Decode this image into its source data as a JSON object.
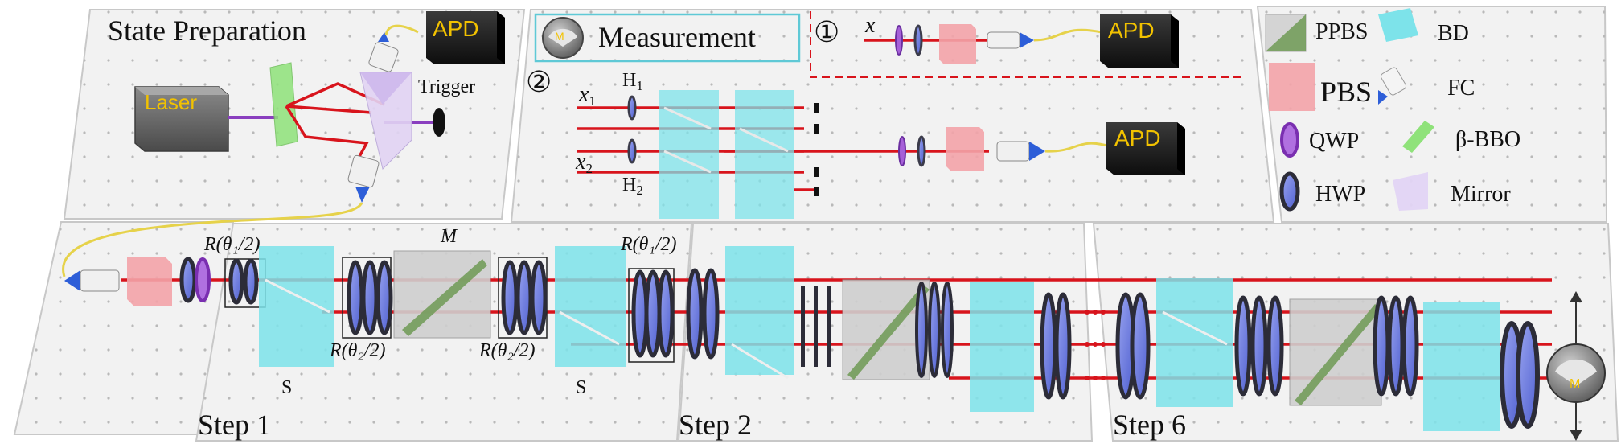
{
  "state_prep": {
    "title": "State Preparation",
    "laser": "Laser",
    "apd": "APD",
    "trigger": "Trigger"
  },
  "measurement": {
    "title": "Measurement",
    "meter_label": "M",
    "setup1": {
      "num": "①",
      "input": "x",
      "apd": "APD"
    },
    "setup2": {
      "num": "②",
      "input1": "x",
      "input1_sub": "1",
      "input2": "x",
      "input2_sub": "2",
      "h1": "H",
      "h1_sub": "1",
      "h2": "H",
      "h2_sub": "2",
      "apd": "APD"
    }
  },
  "legend": {
    "ppbs": "PPBS",
    "bd": "BD",
    "pbs": "PBS",
    "fc": "FC",
    "qwp": "QWP",
    "bbo": "β-BBO",
    "hwp": "HWP",
    "mirror": "Mirror"
  },
  "steps": {
    "r_theta1_a": "R(θ₁/2)",
    "r_theta2_a": "R(θ₂/2)",
    "m_label": "M",
    "r_theta2_b": "R(θ₂/2)",
    "r_theta1_b": "R(θ₁/2)",
    "s_a": "S",
    "s_b": "S",
    "step1": "Step 1",
    "step2": "Step 2",
    "step6": "Step 6",
    "meter_label": "M"
  },
  "colors": {
    "beam": "#d8141c",
    "bd": "#7de3ea",
    "pbs": "#f3a3a8",
    "ppbs_gray": "#cfcfcf",
    "ppbs_green": "#6f9a55",
    "plate_face": "#6f7fe0",
    "plate_rim": "#3b3b4a",
    "bbo": "#8fe27a",
    "mirror": "#d9c8f0",
    "fiber": "#e6d24a",
    "apd_text": "#f2c200",
    "panel": "#f2f2f2"
  }
}
